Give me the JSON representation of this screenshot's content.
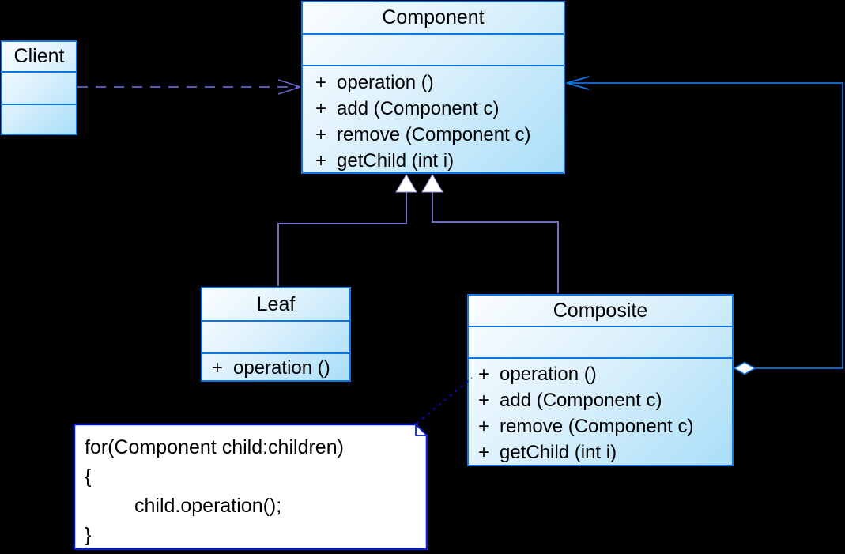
{
  "diagram": {
    "kind": "uml-class-diagram",
    "pattern": "Composite"
  },
  "colors": {
    "background": "#000000",
    "class_border": "#0d76e6",
    "class_fill_light": "#fafdff",
    "class_fill_dark": "#a9def8",
    "dependency_line": "#6767cc",
    "generalization_line": "#7c7cd8",
    "aggregation_line": "#0d74e4",
    "note_border": "#0a1ec8",
    "note_fill": "#ffffff",
    "note_connector": "#0909c0",
    "text": "#000000"
  },
  "classes": {
    "component": {
      "name": "Component",
      "methods": [
        {
          "vis": "+",
          "sig": "operation ()"
        },
        {
          "vis": "+",
          "sig": "add (Component c)"
        },
        {
          "vis": "+",
          "sig": "remove (Component c)"
        },
        {
          "vis": "+",
          "sig": "getChild (int i)"
        }
      ]
    },
    "client": {
      "name": "Client"
    },
    "leaf": {
      "name": "Leaf",
      "methods": [
        {
          "vis": "+",
          "sig": "operation ()"
        }
      ]
    },
    "composite": {
      "name": "Composite",
      "methods": [
        {
          "vis": "+",
          "sig": "operation ()"
        },
        {
          "vis": "+",
          "sig": "add (Component c)"
        },
        {
          "vis": "+",
          "sig": "remove (Component c)"
        },
        {
          "vis": "+",
          "sig": "getChild (int i)"
        }
      ]
    }
  },
  "note": {
    "lines": [
      "for(Component child:children)",
      "{",
      "child.operation();",
      "}"
    ]
  }
}
